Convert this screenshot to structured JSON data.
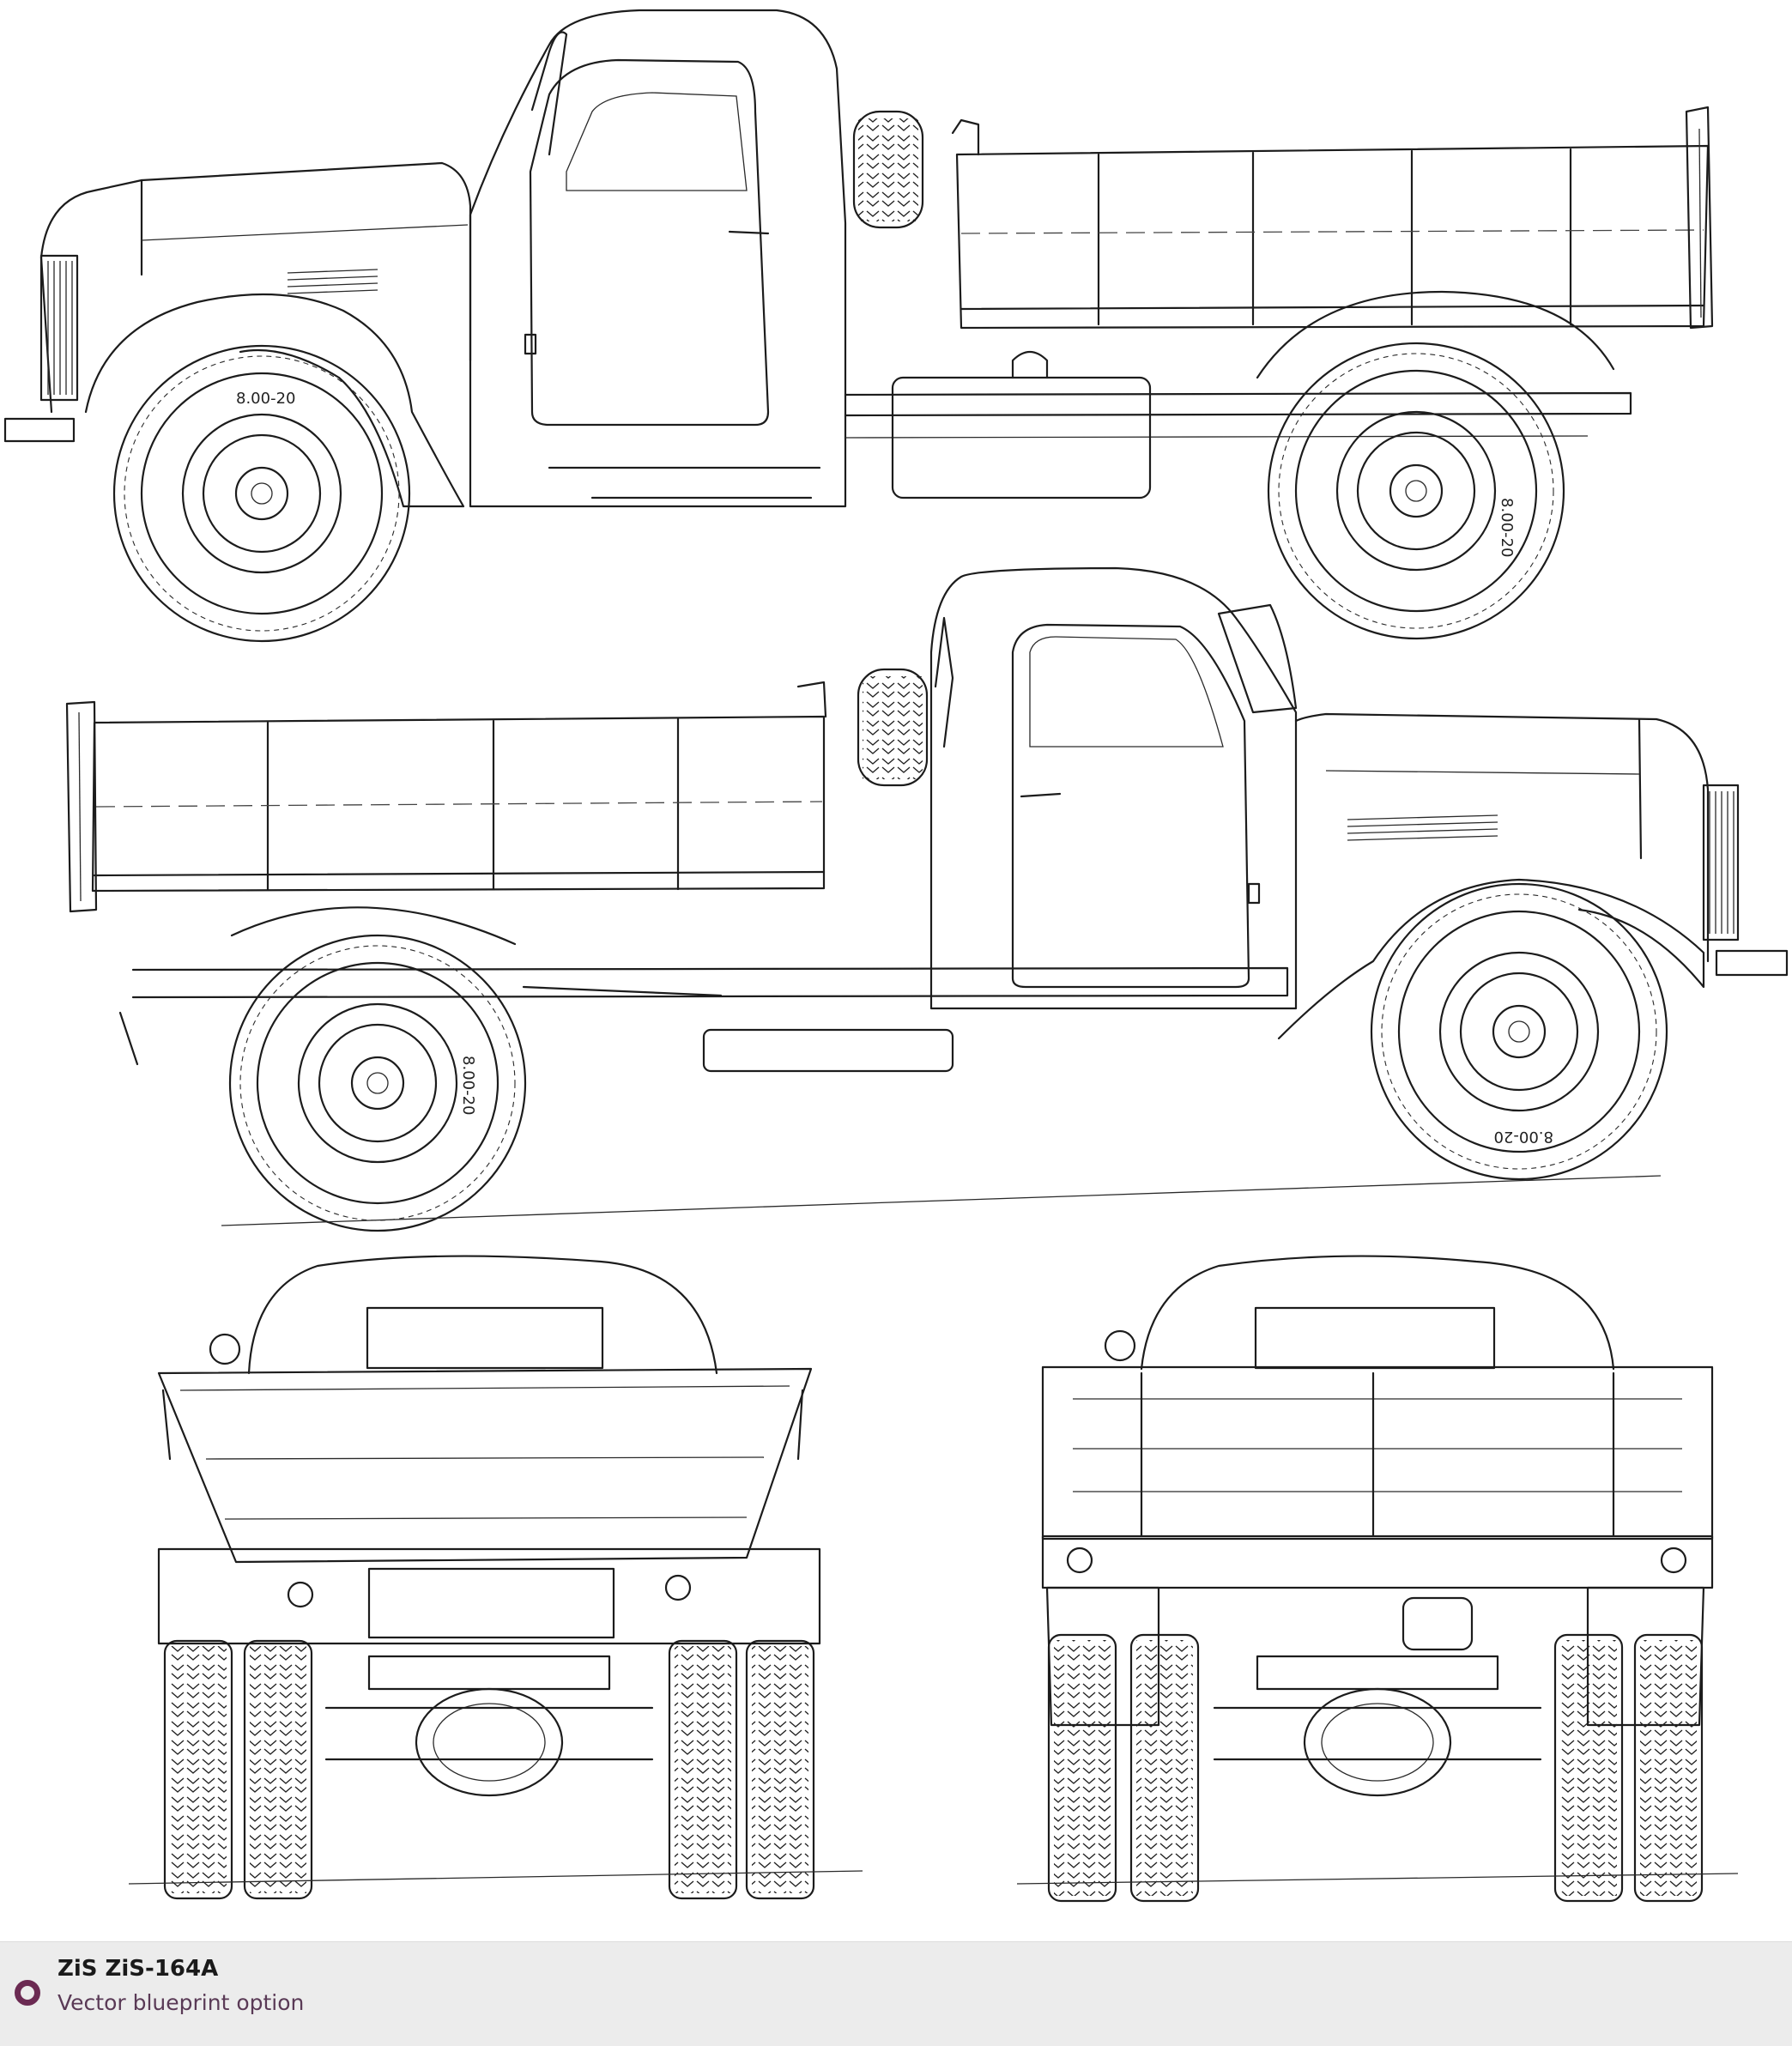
{
  "footer": {
    "title": "ZiS ZiS-164A",
    "subtitle": "Vector blueprint option",
    "logo_icon": "ring-logo-icon",
    "accent_color": "#6b2a52"
  },
  "tire_marking": "8.00-20"
}
